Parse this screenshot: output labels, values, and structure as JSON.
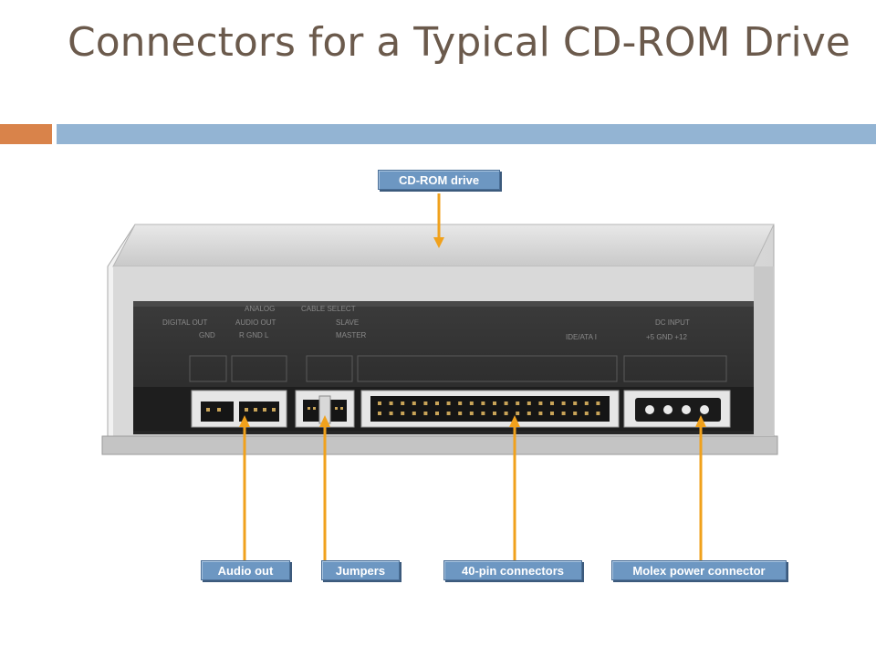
{
  "slide": {
    "title": "Connectors for a Typical CD-ROM Drive"
  },
  "labels": {
    "drive": "CD-ROM drive",
    "audio_out": "Audio out",
    "jumpers": "Jumpers",
    "pin40": "40-pin connectors",
    "molex": "Molex power connector"
  },
  "drive_panel_text": {
    "analog": "ANALOG",
    "digital_out": "DIGITAL OUT",
    "audio_out": "AUDIO OUT",
    "cable_select": "CABLE SELECT",
    "slave": "SLAVE",
    "master": "MASTER",
    "gnd": "GND",
    "l_r_gnd": "R GND L",
    "ide": "IDE/ATA I",
    "dc_input": "DC INPUT",
    "dc_pins": "+5 GND +12"
  },
  "colors": {
    "title": "#6b5a4c",
    "accent_bar": "#d9834a",
    "header_bar": "#93b4d3",
    "label_fill": "#6d97c2",
    "arrow": "#f0a11c"
  }
}
